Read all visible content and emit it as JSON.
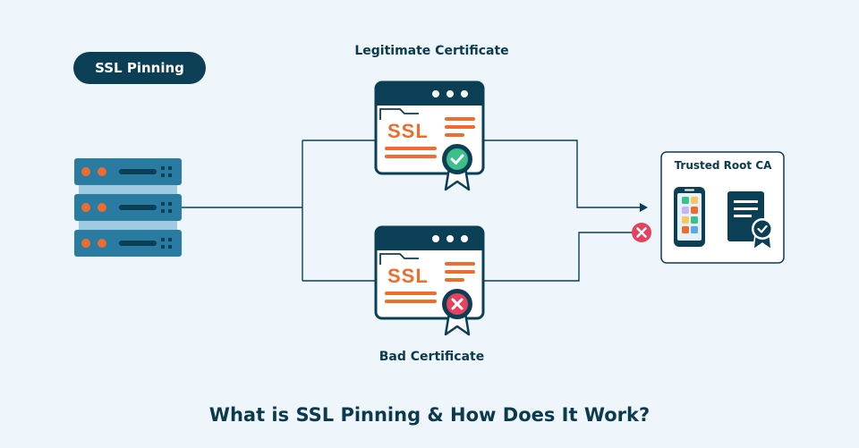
{
  "badge": {
    "label": "SSL Pinning"
  },
  "legitimate": {
    "label": "Legitimate Certificate",
    "ssl_text": "SSL"
  },
  "bad": {
    "label": "Bad Certificate",
    "ssl_text": "SSL"
  },
  "trusted_root": {
    "title": "Trusted Root CA"
  },
  "footer": {
    "title": "What is SSL Pinning & How Does It Work?"
  },
  "colors": {
    "navy": "#0b3f55",
    "server_blue": "#2a7ba2",
    "orange": "#ee6d2d",
    "green": "#3dbf8c",
    "red": "#e4425f"
  }
}
